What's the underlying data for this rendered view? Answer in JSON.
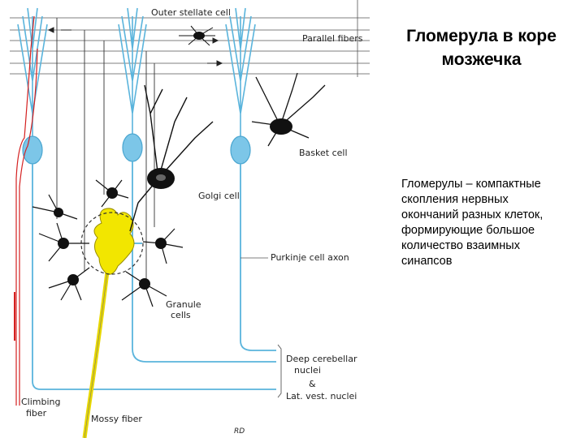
{
  "slide": {
    "title_line1": "Гломерула в коре",
    "title_line2": "мозжечка",
    "description_lines": [
      "Гломерулы – компактные",
      "скопления нервных",
      "окончаний разных клеток,",
      "формирующие большое",
      "количество взаимных",
      "синапсов"
    ]
  },
  "diagram": {
    "labels": {
      "outer_stellate": "Outer stellate cell",
      "parallel_fibers": "Parallel fibers",
      "basket": "Basket cell",
      "golgi": "Golgi cell",
      "purkinje_axon": "Purkinje cell axon",
      "granule_1": "Granule",
      "granule_2": "cells",
      "deep_1": "Deep cerebellar",
      "deep_2": "nuclei",
      "amp": "&",
      "lat_vest": "Lat. vest. nuclei",
      "climbing_1": "Climbing",
      "climbing_2": "fiber",
      "mossy": "Mossy fiber",
      "signature": "RD"
    },
    "colors": {
      "purkinje": "#5ab4dc",
      "mossy": "#f2e600",
      "neuron": "#111111",
      "climbing": "#d42020"
    }
  }
}
